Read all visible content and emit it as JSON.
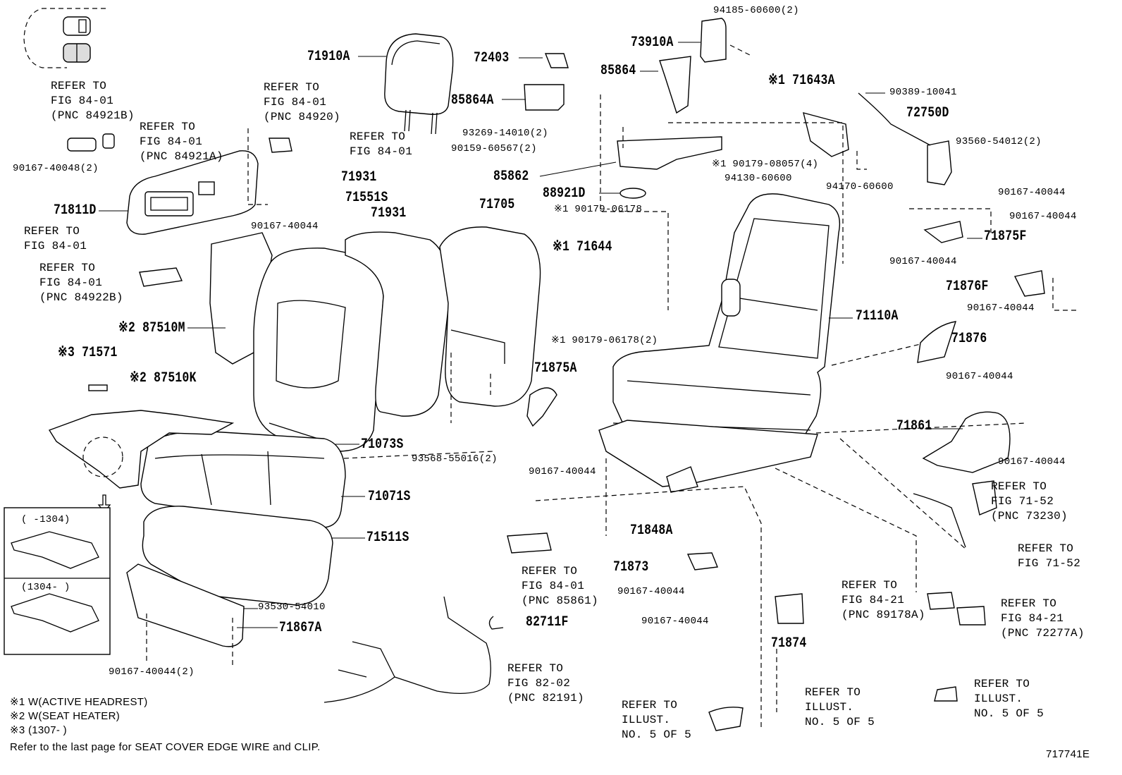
{
  "car_icon_labels": [],
  "parts": {
    "p94185": "94185-60600(2)",
    "p73910A": "73910A",
    "p71910A": "71910A",
    "p72403": "72403",
    "p85864": "85864",
    "p85864A": "85864A",
    "p71643A": "※1 71643A",
    "p90389": "90389-10041",
    "p72750D": "72750D",
    "p93269": "93269-14010(2)",
    "p90159": "90159-60567(2)",
    "p93560": "93560-54012(2)",
    "p90179_08057": "※1 90179-08057(4)",
    "p71931a": "71931",
    "p71931b": "71931",
    "p71551S": "71551S",
    "p71705": "71705",
    "p85862": "85862",
    "p88921D": "88921D",
    "p94130": "94130-60600",
    "p94170": "94170-60600",
    "p90167_r1": "90167-40044",
    "p90167_r2": "90167-40044",
    "p71875F": "71875F",
    "p90179_06178": "※1 90179-06178",
    "p71644": "※1 71644",
    "p90167_r3": "90167-40044",
    "p71876F": "71876F",
    "p90167_r4": "90167-40044",
    "p71811D": "71811D",
    "p90167_l1": "90167-40048(2)",
    "p90167_l2": "90167-40044",
    "p87510M": "※2 87510M",
    "p71110A": "71110A",
    "p90179_06178_2": "※1 90179-06178(2)",
    "p71876": "71876",
    "p71571": "※3 71571",
    "p87510K": "※2 87510K",
    "p71875A": "71875A",
    "p90167_r5": "90167-40044",
    "p71861": "71861",
    "p90167_r6": "90167-40044",
    "p71073S": "71073S",
    "p93568": "93568-55016(2)",
    "p90167_m1": "90167-40044",
    "p71071S": "71071S",
    "p71848A": "71848A",
    "p71511S": "71511S",
    "p71873": "71873",
    "p90167_m2": "90167-40044",
    "p90167_m3": "90167-40044",
    "p93530": "93530-54010",
    "p71867A": "71867A",
    "p82711F": "82711F",
    "p71874": "71874",
    "p90167_b1": "90167-40044(2)"
  },
  "refs": {
    "r1": "REFER TO\nFIG 84-01\n(PNC 84921B)",
    "r2": "REFER TO\nFIG 84-01\n(PNC 84921A)",
    "r3": "REFER TO\nFIG 84-01\n(PNC 84920)",
    "r4": "REFER TO\nFIG 84-01",
    "r5": "REFER TO\nFIG 84-01",
    "r6": "REFER TO\nFIG 84-01\n(PNC 84922B)",
    "r7": "REFER TO\nFIG 84-01\n(PNC 85861)",
    "r8": "REFER TO\nFIG 71-52\n(PNC 73230)",
    "r9": "REFER TO\nFIG 71-52",
    "r10": "REFER TO\nFIG 84-21\n(PNC 89178A)",
    "r11": "REFER TO\nFIG 84-21\n(PNC 72277A)",
    "r12": "REFER TO\nFIG 82-02\n(PNC 82191)",
    "r13": "REFER TO\nILLUST.\nNO. 5 OF 5",
    "r14": "REFER TO\nILLUST.\nNO. 5 OF 5",
    "r15": "REFER TO\nILLUST.\nNO. 5 OF 5"
  },
  "inset": {
    "top_label": "(      -1304)",
    "bottom_label": "(1304-       )"
  },
  "legend": {
    "line1": "※1 W(ACTIVE HEADREST)",
    "line2": "※2 W(SEAT HEATER)",
    "line3": "※3 (1307-      )",
    "footer": "Refer to the last page for SEAT COVER EDGE WIRE and CLIP."
  },
  "figure_id": "717741E"
}
